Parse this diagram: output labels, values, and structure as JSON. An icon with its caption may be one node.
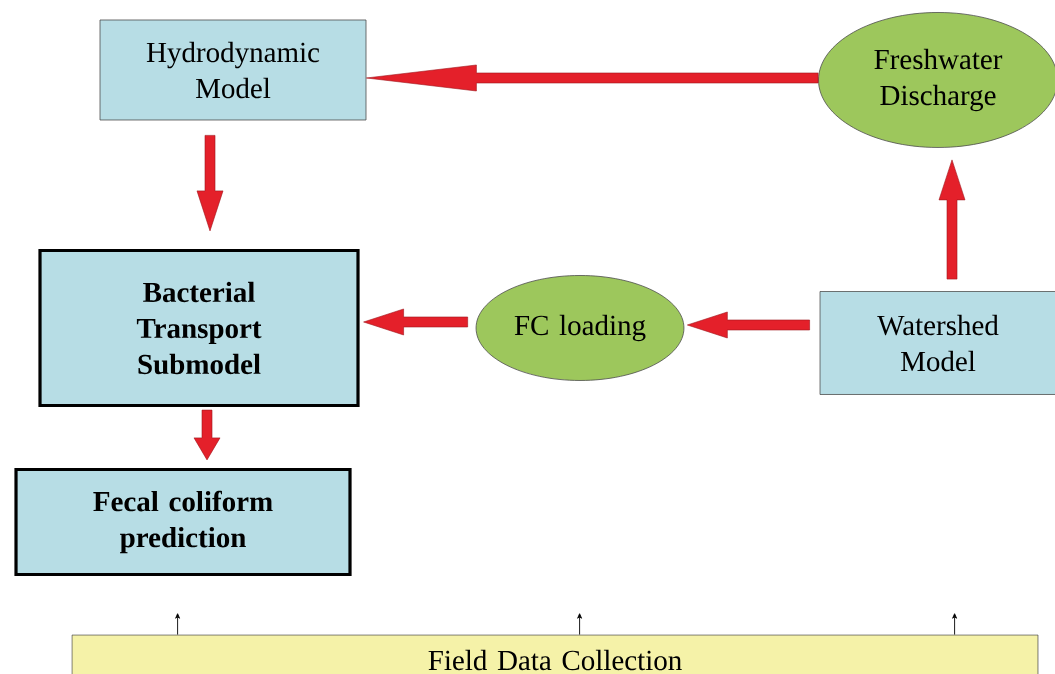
{
  "diagram": {
    "nodes": [
      {
        "text": [
          "Hydrodynamic Model"
        ]
      },
      {
        "text": [
          "Freshwater Discharge"
        ]
      },
      {
        "text": [
          "Bacterial Transport Submodel"
        ]
      },
      {
        "text": [
          "FC loading"
        ]
      },
      {
        "text": [
          "Watershed Model"
        ]
      },
      {
        "text": [
          "Fecal coliform prediction"
        ]
      },
      {
        "text": [
          "Field Data Collection"
        ]
      }
    ],
    "edges": [
      {
        "from": 1,
        "to": 0,
        "arrow": "to"
      },
      {
        "from": 0,
        "to": 2,
        "arrow": "to"
      },
      {
        "from": 4,
        "to": 1,
        "arrow": "to"
      },
      {
        "from": 4,
        "to": 3,
        "arrow": "to"
      },
      {
        "from": 3,
        "to": 2,
        "arrow": "to"
      },
      {
        "from": 2,
        "to": 5,
        "arrow": "to"
      },
      {
        "from": 6,
        "to": null,
        "arrow": "to",
        "color": "#000000"
      },
      {
        "from": 6,
        "to": null,
        "arrow": "to",
        "color": "#000000"
      },
      {
        "from": 6,
        "to": null,
        "arrow": "to",
        "color": "#000000"
      }
    ]
  }
}
